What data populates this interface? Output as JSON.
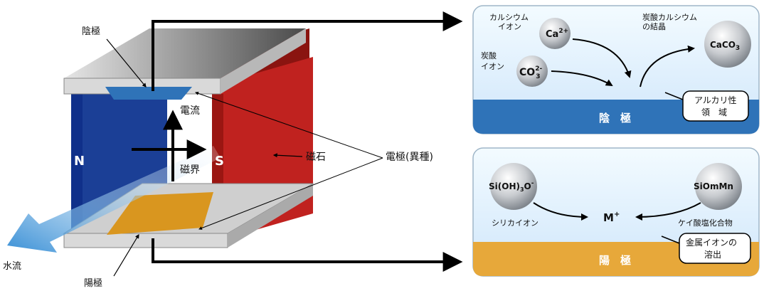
{
  "left": {
    "cathode": "陰極",
    "anode": "陽極",
    "current": "電流",
    "magnetic_field": "磁界",
    "magnet": "磁石",
    "electrodes": "電極(異種)",
    "water_flow": "水流",
    "pole_n": "N",
    "pole_s": "S"
  },
  "top_box": {
    "calcium_ion_1": "カルシウム",
    "calcium_ion_2": "イオン",
    "ca": "Ca",
    "ca_charge": "2+",
    "carbonate_ion_1": "炭酸",
    "carbonate_ion_2": "イオン",
    "co3": "CO",
    "co3_sup": "2-",
    "co3_sub": "3",
    "crystal_1": "炭酸カルシウム",
    "crystal_2": "の結晶",
    "caco3": "CaCO",
    "caco3_sub": "3",
    "alkaline_1": "アルカリ性",
    "alkaline_2": "領　域",
    "electrode": "陰　極"
  },
  "bottom_box": {
    "silicate": "Si(OH)",
    "silicate_sub": "3",
    "silicate_tail": "O",
    "silicate_sup": "-",
    "silica_ion": "シリカイオン",
    "simn": "SiOmMn",
    "silicate_compound": "ケイ酸塩化合物",
    "metal": "M",
    "metal_sup": "+",
    "elution_1": "金属イオンの",
    "elution_2": "溶出",
    "electrode": "陽　極"
  },
  "colors": {
    "n_pole": "#1b3f96",
    "s_pole": "#c0221f",
    "cathode_band": "#2f73b8",
    "anode_band": "#e7a83a",
    "box_bg": "#dcefff"
  }
}
